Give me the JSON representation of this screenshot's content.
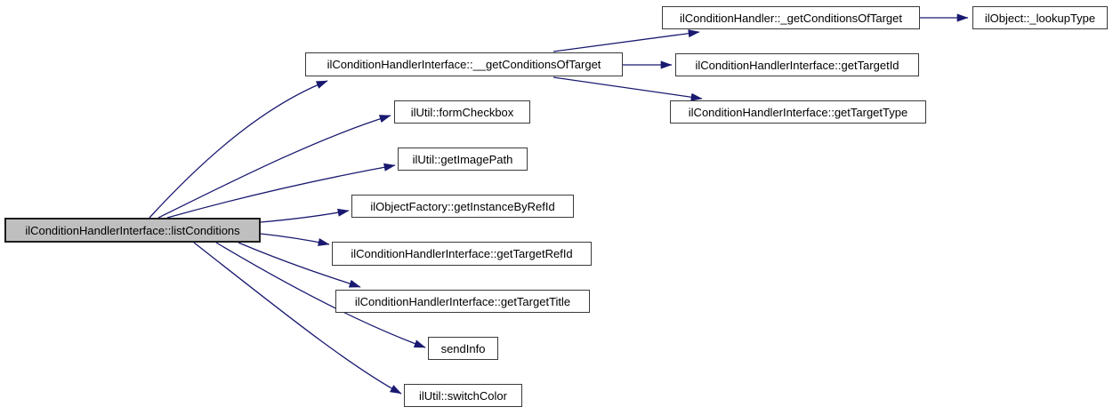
{
  "diagram": {
    "kind": "doxygen-call-graph",
    "root_function": "ilConditionHandlerInterface::listConditions",
    "colors": {
      "edge": "#191970",
      "node_fill": "#ffffff",
      "node_border": "#3a3a3a",
      "highlight_fill": "#bfbfbf",
      "highlight_border": "#1c1c1c",
      "text": "#000000",
      "background": "#ffffff"
    },
    "nodes": [
      {
        "id": "listConditions",
        "label": "ilConditionHandlerInterface::listConditions",
        "highlighted": true
      },
      {
        "id": "getConditionsOfTarget2",
        "label": "ilConditionHandlerInterface::__getConditionsOfTarget",
        "highlighted": false
      },
      {
        "id": "formCheckbox",
        "label": "ilUtil::formCheckbox",
        "highlighted": false
      },
      {
        "id": "getImagePath",
        "label": "ilUtil::getImagePath",
        "highlighted": false
      },
      {
        "id": "getInstanceByRefId",
        "label": "ilObjectFactory::getInstanceByRefId",
        "highlighted": false
      },
      {
        "id": "getTargetRefId",
        "label": "ilConditionHandlerInterface::getTargetRefId",
        "highlighted": false
      },
      {
        "id": "getTargetTitle",
        "label": "ilConditionHandlerInterface::getTargetTitle",
        "highlighted": false
      },
      {
        "id": "sendInfo",
        "label": "sendInfo",
        "highlighted": false
      },
      {
        "id": "switchColor",
        "label": "ilUtil::switchColor",
        "highlighted": false
      },
      {
        "id": "getConditionsOfTarget1",
        "label": "ilConditionHandler::_getConditionsOfTarget",
        "highlighted": false
      },
      {
        "id": "getTargetId",
        "label": "ilConditionHandlerInterface::getTargetId",
        "highlighted": false
      },
      {
        "id": "getTargetType",
        "label": "ilConditionHandlerInterface::getTargetType",
        "highlighted": false
      },
      {
        "id": "lookupType",
        "label": "ilObject::_lookupType",
        "highlighted": false
      }
    ],
    "edges": [
      {
        "from": "listConditions",
        "to": "getConditionsOfTarget2"
      },
      {
        "from": "listConditions",
        "to": "formCheckbox"
      },
      {
        "from": "listConditions",
        "to": "getImagePath"
      },
      {
        "from": "listConditions",
        "to": "getInstanceByRefId"
      },
      {
        "from": "listConditions",
        "to": "getTargetRefId"
      },
      {
        "from": "listConditions",
        "to": "getTargetTitle"
      },
      {
        "from": "listConditions",
        "to": "sendInfo"
      },
      {
        "from": "listConditions",
        "to": "switchColor"
      },
      {
        "from": "getConditionsOfTarget2",
        "to": "getConditionsOfTarget1"
      },
      {
        "from": "getConditionsOfTarget2",
        "to": "getTargetId"
      },
      {
        "from": "getConditionsOfTarget2",
        "to": "getTargetType"
      },
      {
        "from": "getConditionsOfTarget1",
        "to": "lookupType"
      }
    ]
  }
}
